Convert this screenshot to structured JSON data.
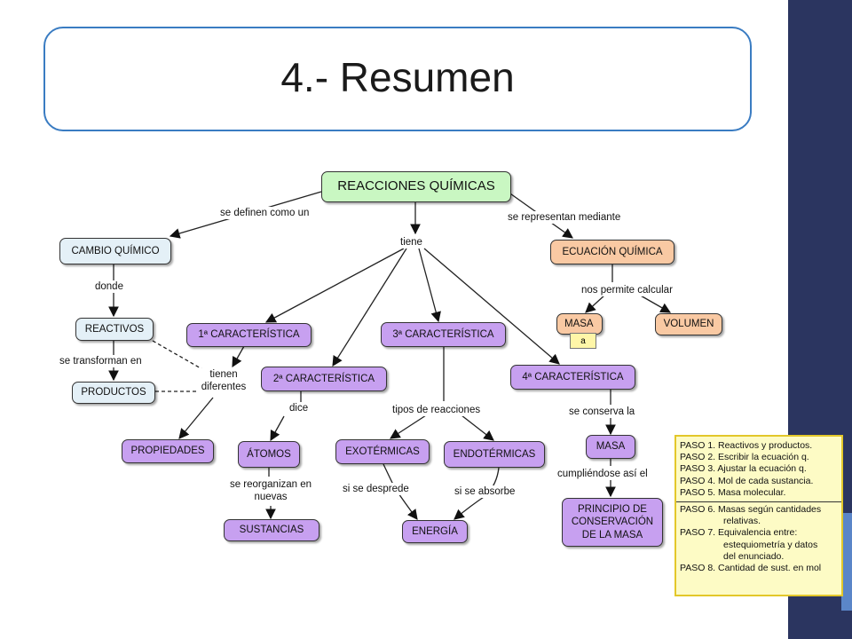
{
  "title": "4.- Resumen",
  "nodes": {
    "reacciones": "REACCIONES QUÍMICAS",
    "cambio": "CAMBIO QUÍMICO",
    "reactivos": "REACTIVOS",
    "productos": "PRODUCTOS",
    "propiedades": "PROPIEDADES",
    "caract1": "1ª CARACTERÍSTICA",
    "caract2": "2ª CARACTERÍSTICA",
    "caract3": "3ª CARACTERÍSTICA",
    "caract4": "4ª CARACTERÍSTICA",
    "atomos": "ÁTOMOS",
    "sustancias": "SUSTANCIAS",
    "exotermicas": "EXOTÉRMICAS",
    "endotermicas": "ENDOTÉRMICAS",
    "energia": "ENERGÍA",
    "ecuacion": "ECUACIÓN QUÍMICA",
    "masa1": "MASA",
    "volumen": "VOLUMEN",
    "masa2": "MASA",
    "principio": "PRINCIPIO DE CONSERVACIÓN DE LA MASA"
  },
  "links": {
    "se_definen": "se definen como un",
    "tiene": "tiene",
    "se_representan": "se representan mediante",
    "donde": "donde",
    "se_transforman": "se transforman en",
    "tienen_diferentes": "tienen diferentes",
    "dice": "dice",
    "se_reorganizan": "se reorganizan en nuevas",
    "tipos": "tipos de reacciones",
    "se_desprende": "si se desprede",
    "se_absorbe": "si se absorbe",
    "nos_permite": "nos permite calcular",
    "se_conserva": "se conserva la",
    "cumpliendose": "cumpliéndose así el"
  },
  "pasos": [
    "PASO 1. Reactivos y productos.",
    "PASO 2. Escribir la ecuación q.",
    "PASO 3. Ajustar la ecuación q.",
    "PASO 4. Mol de cada sustancia.",
    "PASO 5. Masa molecular.",
    "PASO 6. Masas según cantidades",
    "relativas.",
    "PASO 7. Equivalencia entre:",
    "estequiometría y datos",
    "del enunciado.",
    "PASO 8. Cantidad de sust. en mol"
  ],
  "icon_text": "a"
}
